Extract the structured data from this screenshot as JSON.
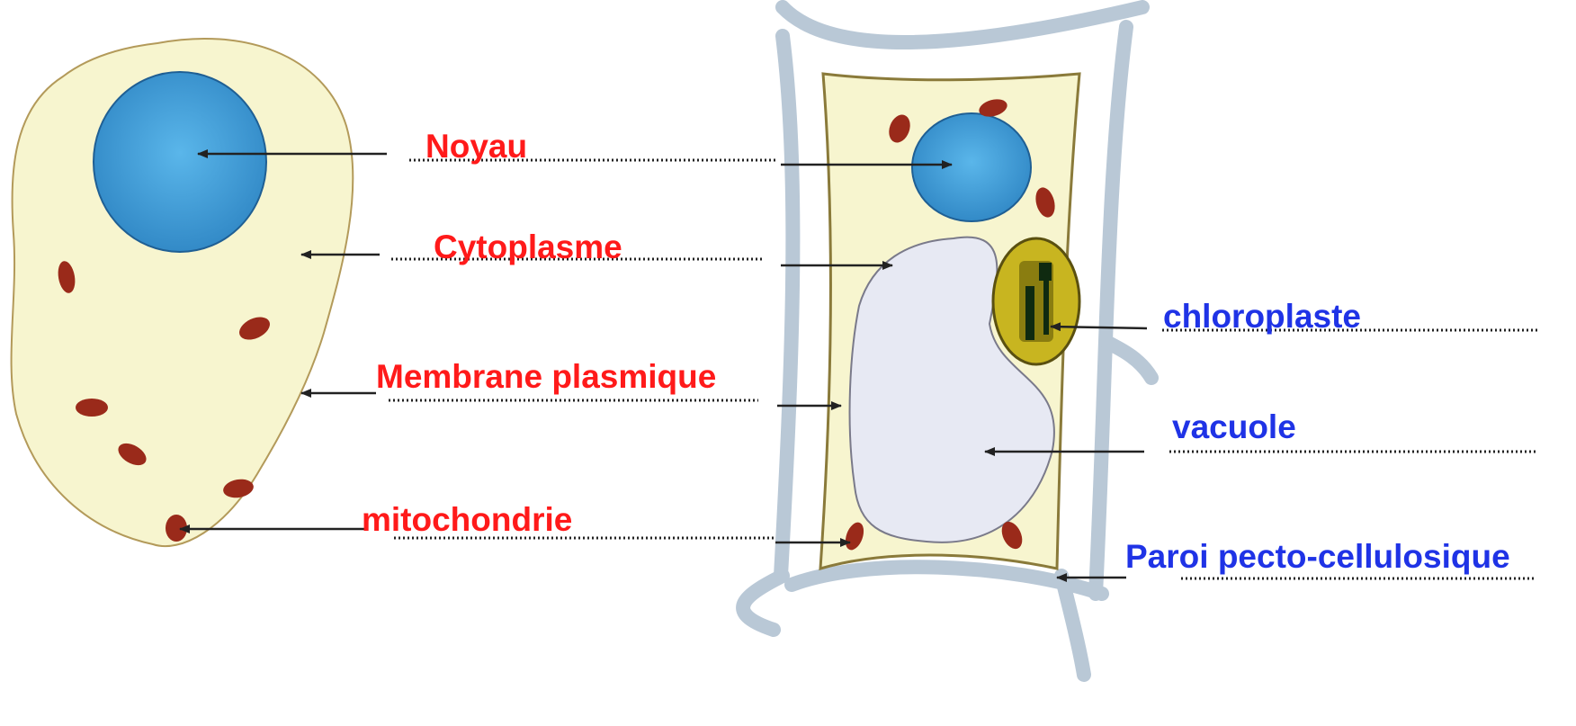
{
  "labels": {
    "noyau": "Noyau",
    "cytoplasme": "Cytoplasme",
    "membrane": "Membrane plasmique",
    "mitochondrie": "mitochondrie",
    "chloroplaste": "chloroplaste",
    "vacuole": "vacuole",
    "paroi": "Paroi  pecto-cellulosique"
  },
  "colors": {
    "animal_label": "#ff1a1a",
    "plant_label": "#1f33e6",
    "cytoplasm": "#f7f5cf",
    "nucleus": "#3d9ad6",
    "mitochondria": "#9a2a1a",
    "chloroplast": "#c8b520",
    "vacuole": "#e7e9f3",
    "cell_wall": "#b9c8d6",
    "membrane": "#b39a5a"
  }
}
